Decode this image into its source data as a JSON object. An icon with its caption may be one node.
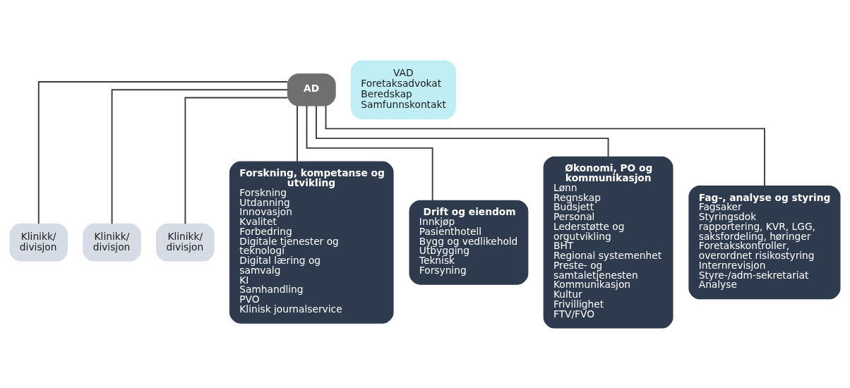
{
  "diagram": {
    "nodes": [
      {
        "text": [
          "AD"
        ]
      },
      {
        "text": [
          "VAD",
          "Foretaksadvokat",
          "Beredskap",
          "Samfunnskontakt"
        ]
      },
      {
        "text": [
          "Klinikk/ divisjon"
        ]
      },
      {
        "text": [
          "Klinikk/ divisjon"
        ]
      },
      {
        "text": [
          "Klinikk/ divisjon"
        ]
      },
      {
        "text": [
          "Forskning, kompetanse og utvikling",
          "Forskning",
          "Utdanning",
          "Innovasjon",
          "Kvalitet",
          "Forbedring",
          "Digitale tjenester og teknologi",
          "Digital læring og samvalg",
          "KI",
          "Samhandling",
          "PVO",
          "Klinisk journalservice"
        ]
      },
      {
        "text": [
          "Drift og eiendom",
          "Innkjøp",
          "Pasienthotell",
          "Bygg og vedlikehold",
          "Utbygging",
          "Teknisk",
          "Forsyning"
        ]
      },
      {
        "text": [
          "Økonomi, PO og kommunikasjon",
          "Lønn",
          "Regnskap",
          "Budsjett",
          "Personal",
          "Lederstøtte og orgutvikling",
          "BHT",
          "Regional systemenhet",
          "Preste- og samtaletjenesten",
          "Kommunikasjon",
          "Kultur",
          "Frivillighet",
          "FTV/FVO"
        ]
      },
      {
        "text": [
          "Fag-, analyse og styring",
          "Fagsaker",
          "Styringsdok rapportering, KVR, LGG, saksfordeling, høringer",
          "Foretakskontroller, overordnet risikostyring",
          "Internrevisjon",
          "Styre-/adm-sekretariat",
          "Analyse"
        ]
      }
    ],
    "edges": [
      {
        "from": 0,
        "to": 2,
        "arrow": "none"
      },
      {
        "from": 0,
        "to": 3,
        "arrow": "none"
      },
      {
        "from": 0,
        "to": 4,
        "arrow": "none"
      },
      {
        "from": 0,
        "to": 5,
        "arrow": "none"
      },
      {
        "from": 0,
        "to": 6,
        "arrow": "none"
      },
      {
        "from": 0,
        "to": 7,
        "arrow": "none"
      },
      {
        "from": 0,
        "to": 8,
        "arrow": "none"
      }
    ]
  }
}
